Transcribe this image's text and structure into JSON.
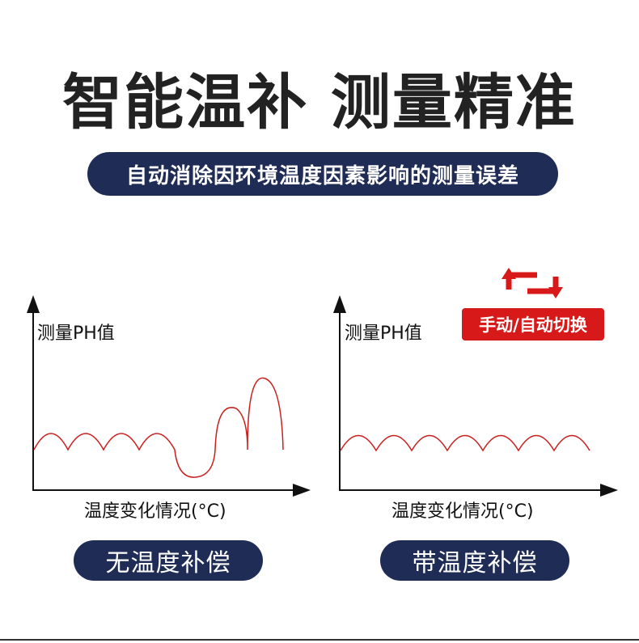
{
  "headline": "智能温补 测量精准",
  "subheadline": "自动消除因环境温度因素影响的测量误差",
  "switch_label": "手动/自动切换",
  "switch_icon": "swap-arrows-icon",
  "colors": {
    "navy": "#1f2c55",
    "red": "#d81919",
    "curve": "#c8201e"
  },
  "charts": [
    {
      "ylabel": "测量PH值",
      "xlabel": "温度变化情况(°C)",
      "caption": "无温度补偿"
    },
    {
      "ylabel": "测量PH值",
      "xlabel": "温度变化情况(°C)",
      "caption": "带温度补偿"
    }
  ]
}
